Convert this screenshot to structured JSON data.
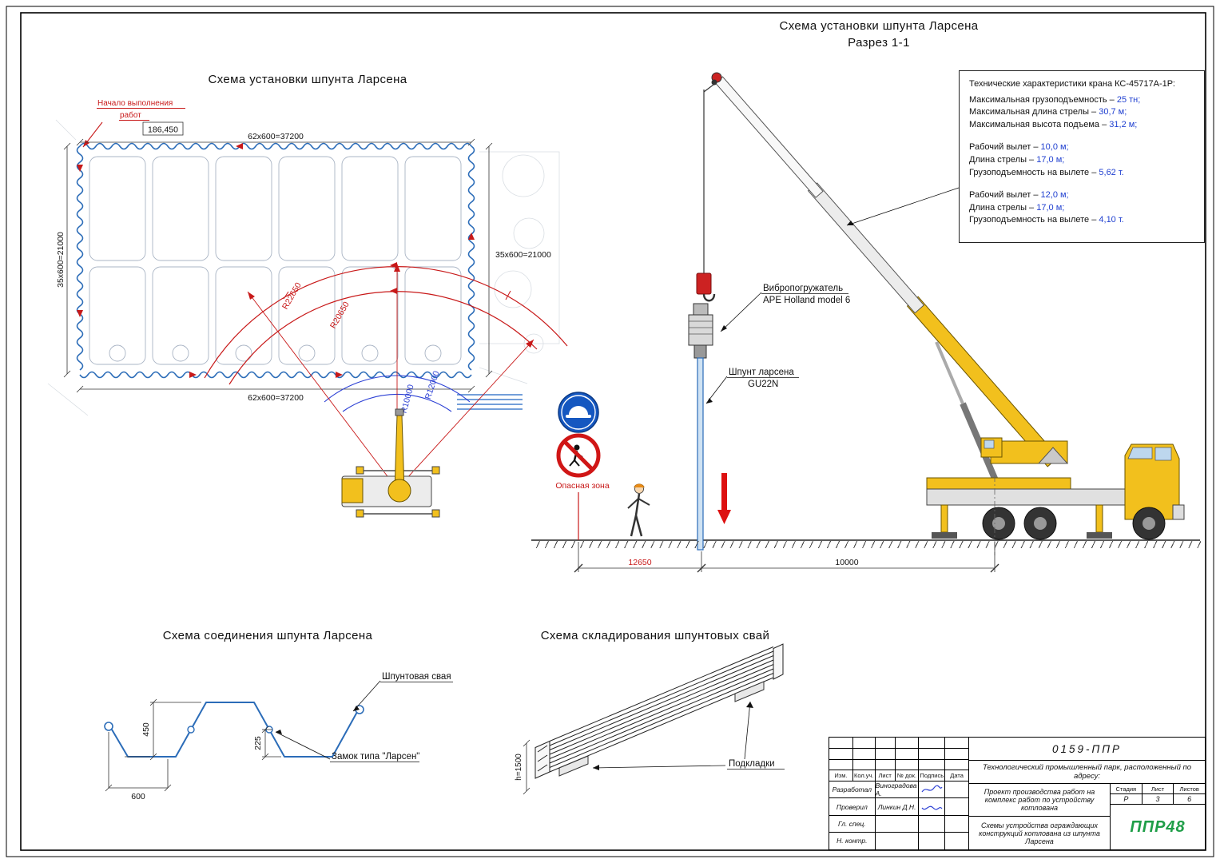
{
  "colors": {
    "accent_red": "#c81919",
    "accent_blue": "#2b3fd4",
    "pile_blue": "#2b6cb8",
    "crane_yellow": "#f2c01d",
    "logo_green": "#1f9e48",
    "value_blue": "#1f3fd0"
  },
  "plan": {
    "title": "Схема установки шпунта Ларсена",
    "start_note1": "Начало выполнения",
    "start_note2": "работ",
    "dim_total": "186,450",
    "dim_top": "62х600=37200",
    "dim_bottom": "62х600=37200",
    "dim_left": "35х600=21000",
    "dim_right": "35х600=21000",
    "r_outer": "R22650",
    "r_inner": "R20650",
    "r_blue1": "R10000",
    "r_blue2": "R12000"
  },
  "section": {
    "title": "Схема установки шпунта Ларсена",
    "subtitle": "Разрез 1-1",
    "vibro_label": "Вибропогружатель",
    "vibro_model": "APE Holland model 6",
    "pile_label": "Шпунт ларсена",
    "pile_model": "GU22N",
    "danger_zone": "Опасная зона",
    "dim_danger": "12650",
    "dim_radius": "10000"
  },
  "specs": {
    "title": "Технические характеристики крана КС-45717А-1Р:",
    "general": [
      {
        "label": "Максимальная грузоподъемность – ",
        "value": "25 тн;"
      },
      {
        "label": "Максимальная длина стрелы – ",
        "value": "30,7 м;"
      },
      {
        "label": "Максимальная высота подъема – ",
        "value": "31,2 м;"
      }
    ],
    "mode1": [
      {
        "label": "Рабочий вылет – ",
        "value": "10,0 м;"
      },
      {
        "label": "Длина стрелы – ",
        "value": "17,0 м;"
      },
      {
        "label": "Грузоподъемность на вылете – ",
        "value": "5,62 т."
      }
    ],
    "mode2": [
      {
        "label": "Рабочий вылет – ",
        "value": "12,0 м;"
      },
      {
        "label": "Длина стрелы – ",
        "value": "17,0 м;"
      },
      {
        "label": "Грузоподъемность на вылете – ",
        "value": "4,10 т."
      }
    ]
  },
  "connection": {
    "title": "Схема соединения шпунта Ларсена",
    "pile_label": "Шпунтовая свая",
    "lock_label": "Замок типа \"Ларсен\"",
    "dim_height": "450",
    "dim_half": "225",
    "dim_width": "600"
  },
  "storage": {
    "title": "Схема складирования шпунтовых свай",
    "pads_label": "Подкладки",
    "stack_height": "h=1500"
  },
  "titleblock": {
    "doc_number": "0159-ППР",
    "object": "Технологический промышленный парк, расположенный по адресу:",
    "columns": {
      "izm": "Изм.",
      "kol": "Кол.уч.",
      "list": "Лист",
      "doc": "№ док.",
      "sign": "Подпись",
      "date": "Дата"
    },
    "rows": [
      {
        "role": "Разработал",
        "name": "Виноградова А."
      },
      {
        "role": "Проверил",
        "name": "Линкин Д.Н."
      },
      {
        "role": "Гл. спец.",
        "name": ""
      },
      {
        "role": "Н. контр.",
        "name": ""
      }
    ],
    "work_title": "Проект производства работ на комплекс работ по устройству котлована",
    "sheet_title": "Схемы устройства ограждающих конструкций котлована из шпунта Ларсена",
    "stage_label": "Стадия",
    "sheet_label": "Лист",
    "sheets_label": "Листов",
    "stage": "Р",
    "sheet": "3",
    "sheets": "6",
    "logo": "ППР48"
  }
}
